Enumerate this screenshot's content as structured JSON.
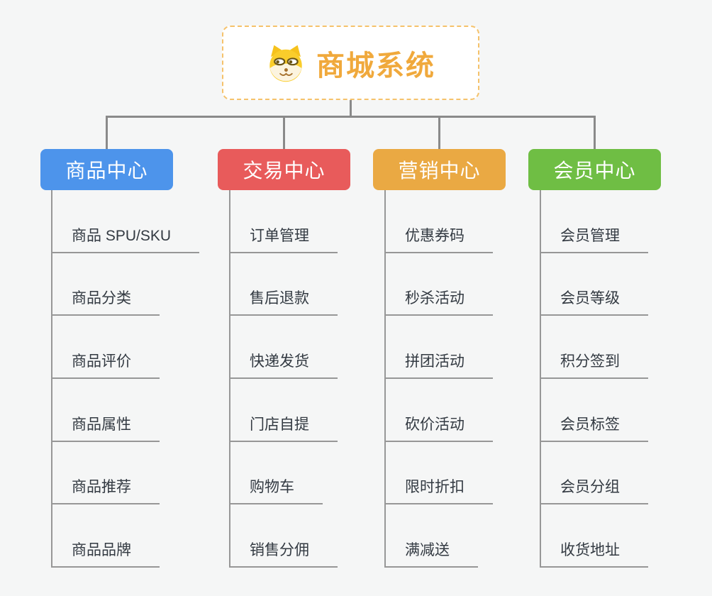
{
  "root": {
    "title": "商城系统",
    "icon": "doge-face-icon"
  },
  "colors": {
    "background": "#F5F6F6",
    "connector": "#8A8A8A",
    "leaf_line": "#979797",
    "root_border": "#F5C26B",
    "root_text": "#F0A93C"
  },
  "branches": [
    {
      "label": "商品中心",
      "color": "#4D94EB",
      "children": [
        "商品 SPU/SKU",
        "商品分类",
        "商品评价",
        "商品属性",
        "商品推荐",
        "商品品牌"
      ]
    },
    {
      "label": "交易中心",
      "color": "#E85B5B",
      "children": [
        "订单管理",
        "售后退款",
        "快递发货",
        "门店自提",
        "购物车",
        "销售分佣"
      ]
    },
    {
      "label": "营销中心",
      "color": "#EAA943",
      "children": [
        "优惠券码",
        "秒杀活动",
        "拼团活动",
        "砍价活动",
        "限时折扣",
        "满减送"
      ]
    },
    {
      "label": "会员中心",
      "color": "#6FBE44",
      "children": [
        "会员管理",
        "会员等级",
        "积分签到",
        "会员标签",
        "会员分组",
        "收货地址"
      ]
    }
  ]
}
